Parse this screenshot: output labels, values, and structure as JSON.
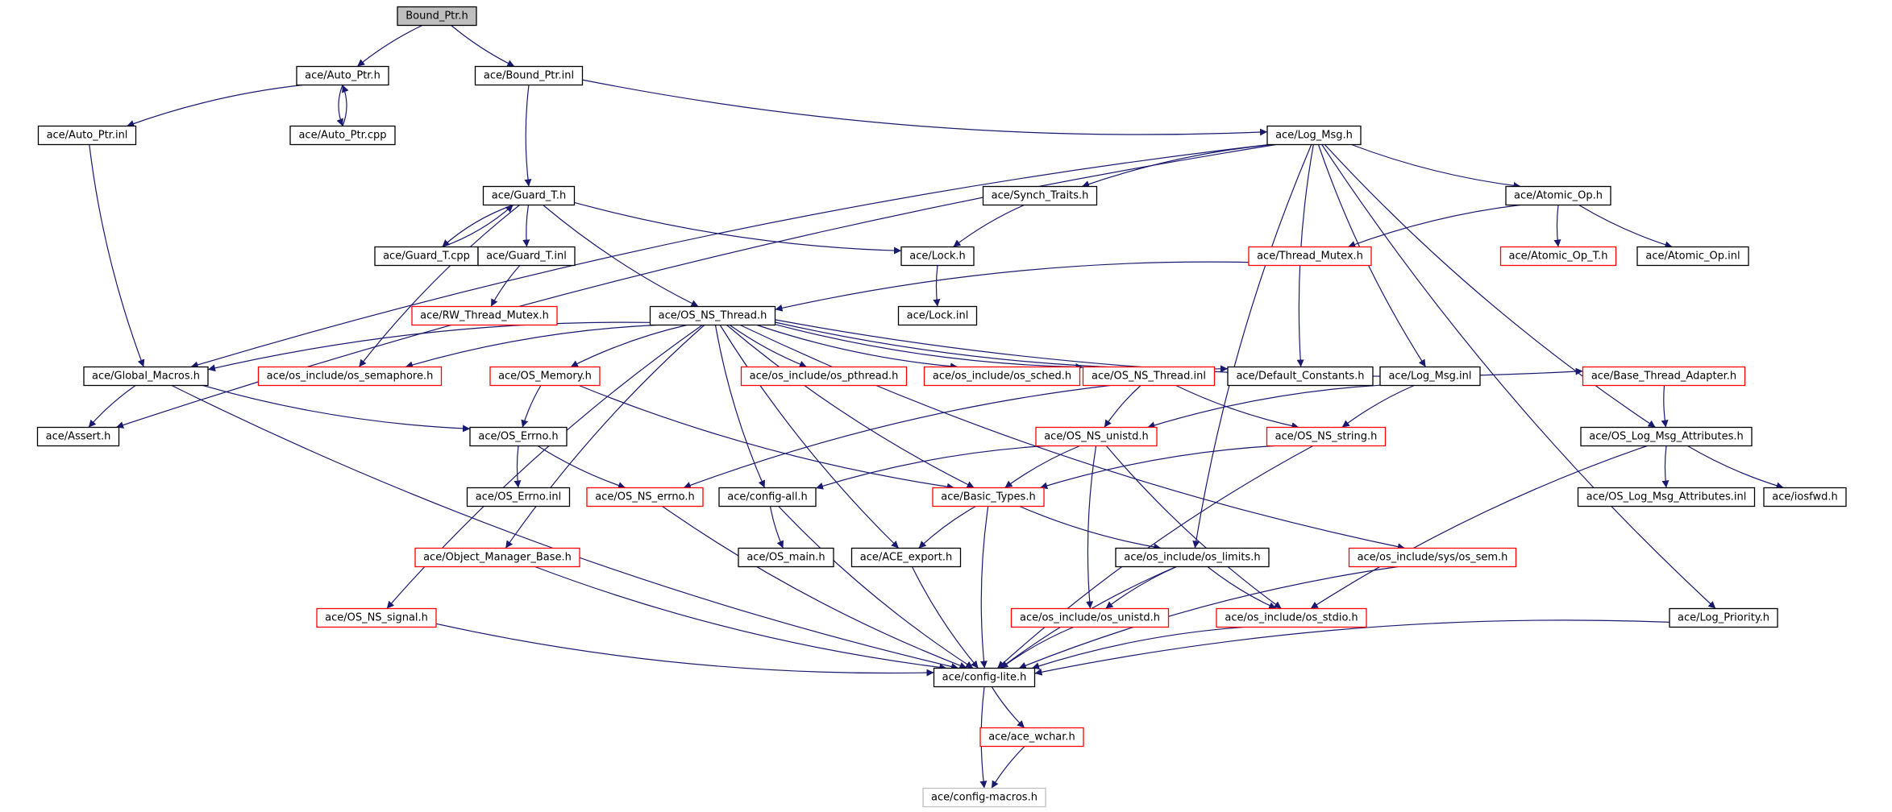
{
  "colors": {
    "edge": "#191970",
    "border_default": "#000000",
    "border_missing": "#ff0000",
    "border_external": "#bfbfbf",
    "root_fill": "#bfbfbf",
    "node_fill": "#ffffff"
  },
  "nodes": [
    {
      "id": "bound_ptr_h",
      "label": "Bound_Ptr.h",
      "style": "root"
    },
    {
      "id": "auto_ptr_h",
      "label": "ace/Auto_Ptr.h",
      "style": "default"
    },
    {
      "id": "bound_ptr_inl",
      "label": "ace/Bound_Ptr.inl",
      "style": "default"
    },
    {
      "id": "auto_ptr_inl",
      "label": "ace/Auto_Ptr.inl",
      "style": "default"
    },
    {
      "id": "auto_ptr_cpp",
      "label": "ace/Auto_Ptr.cpp",
      "style": "default"
    },
    {
      "id": "log_msg_h",
      "label": "ace/Log_Msg.h",
      "style": "default"
    },
    {
      "id": "guard_t_h",
      "label": "ace/Guard_T.h",
      "style": "default"
    },
    {
      "id": "synch_traits_h",
      "label": "ace/Synch_Traits.h",
      "style": "default"
    },
    {
      "id": "atomic_op_h",
      "label": "ace/Atomic_Op.h",
      "style": "default"
    },
    {
      "id": "guard_t_cpp",
      "label": "ace/Guard_T.cpp",
      "style": "default"
    },
    {
      "id": "guard_t_inl",
      "label": "ace/Guard_T.inl",
      "style": "default"
    },
    {
      "id": "lock_h",
      "label": "ace/Lock.h",
      "style": "default"
    },
    {
      "id": "thread_mutex_h",
      "label": "ace/Thread_Mutex.h",
      "style": "missing"
    },
    {
      "id": "atomic_op_t_h",
      "label": "ace/Atomic_Op_T.h",
      "style": "missing"
    },
    {
      "id": "atomic_op_inl",
      "label": "ace/Atomic_Op.inl",
      "style": "default"
    },
    {
      "id": "rw_thread_mutex_h",
      "label": "ace/RW_Thread_Mutex.h",
      "style": "missing"
    },
    {
      "id": "os_ns_thread_h",
      "label": "ace/OS_NS_Thread.h",
      "style": "default"
    },
    {
      "id": "lock_inl",
      "label": "ace/Lock.inl",
      "style": "default"
    },
    {
      "id": "global_macros_h",
      "label": "ace/Global_Macros.h",
      "style": "default"
    },
    {
      "id": "os_semaphore_h",
      "label": "ace/os_include/os_semaphore.h",
      "style": "missing"
    },
    {
      "id": "os_memory_h",
      "label": "ace/OS_Memory.h",
      "style": "missing"
    },
    {
      "id": "os_pthread_h",
      "label": "ace/os_include/os_pthread.h",
      "style": "missing"
    },
    {
      "id": "os_sched_h",
      "label": "ace/os_include/os_sched.h",
      "style": "missing"
    },
    {
      "id": "os_ns_thread_inl",
      "label": "ace/OS_NS_Thread.inl",
      "style": "missing"
    },
    {
      "id": "default_constants_h",
      "label": "ace/Default_Constants.h",
      "style": "default"
    },
    {
      "id": "log_msg_inl",
      "label": "ace/Log_Msg.inl",
      "style": "default"
    },
    {
      "id": "base_thread_adapter_h",
      "label": "ace/Base_Thread_Adapter.h",
      "style": "missing"
    },
    {
      "id": "assert_h",
      "label": "ace/Assert.h",
      "style": "default"
    },
    {
      "id": "os_errno_h",
      "label": "ace/OS_Errno.h",
      "style": "default"
    },
    {
      "id": "os_ns_unistd_h",
      "label": "ace/OS_NS_unistd.h",
      "style": "missing"
    },
    {
      "id": "os_ns_string_h",
      "label": "ace/OS_NS_string.h",
      "style": "missing"
    },
    {
      "id": "os_log_msg_attributes_h",
      "label": "ace/OS_Log_Msg_Attributes.h",
      "style": "default"
    },
    {
      "id": "os_errno_inl",
      "label": "ace/OS_Errno.inl",
      "style": "default"
    },
    {
      "id": "os_ns_errno_h",
      "label": "ace/OS_NS_errno.h",
      "style": "missing"
    },
    {
      "id": "config_all_h",
      "label": "ace/config-all.h",
      "style": "default"
    },
    {
      "id": "basic_types_h",
      "label": "ace/Basic_Types.h",
      "style": "missing"
    },
    {
      "id": "os_log_msg_attributes_inl",
      "label": "ace/OS_Log_Msg_Attributes.inl",
      "style": "default"
    },
    {
      "id": "iosfwd_h",
      "label": "ace/iosfwd.h",
      "style": "default"
    },
    {
      "id": "object_manager_base_h",
      "label": "ace/Object_Manager_Base.h",
      "style": "missing"
    },
    {
      "id": "os_main_h",
      "label": "ace/OS_main.h",
      "style": "default"
    },
    {
      "id": "ace_export_h",
      "label": "ace/ACE_export.h",
      "style": "default"
    },
    {
      "id": "os_limits_h",
      "label": "ace/os_include/os_limits.h",
      "style": "default"
    },
    {
      "id": "os_sem_h",
      "label": "ace/os_include/sys/os_sem.h",
      "style": "missing"
    },
    {
      "id": "os_ns_signal_h",
      "label": "ace/OS_NS_signal.h",
      "style": "missing"
    },
    {
      "id": "os_unistd_h",
      "label": "ace/os_include/os_unistd.h",
      "style": "missing"
    },
    {
      "id": "os_stdio_h",
      "label": "ace/os_include/os_stdio.h",
      "style": "missing"
    },
    {
      "id": "log_priority_h",
      "label": "ace/Log_Priority.h",
      "style": "default"
    },
    {
      "id": "config_lite_h",
      "label": "ace/config-lite.h",
      "style": "default"
    },
    {
      "id": "ace_wchar_h",
      "label": "ace/ace_wchar.h",
      "style": "missing"
    },
    {
      "id": "config_macros_h",
      "label": "ace/config-macros.h",
      "style": "external"
    }
  ],
  "edges": [
    [
      "bound_ptr_h",
      "auto_ptr_h"
    ],
    [
      "bound_ptr_h",
      "bound_ptr_inl"
    ],
    [
      "auto_ptr_h",
      "auto_ptr_inl"
    ],
    [
      "auto_ptr_h",
      "auto_ptr_cpp"
    ],
    [
      "auto_ptr_cpp",
      "auto_ptr_h"
    ],
    [
      "auto_ptr_inl",
      "global_macros_h"
    ],
    [
      "bound_ptr_inl",
      "guard_t_h"
    ],
    [
      "bound_ptr_inl",
      "log_msg_h"
    ],
    [
      "log_msg_h",
      "assert_h"
    ],
    [
      "log_msg_h",
      "global_macros_h"
    ],
    [
      "log_msg_h",
      "synch_traits_h"
    ],
    [
      "log_msg_h",
      "atomic_op_h"
    ],
    [
      "log_msg_h",
      "default_constants_h"
    ],
    [
      "log_msg_h",
      "log_msg_inl"
    ],
    [
      "log_msg_h",
      "os_limits_h"
    ],
    [
      "log_msg_h",
      "os_log_msg_attributes_h"
    ],
    [
      "log_msg_h",
      "log_priority_h"
    ],
    [
      "guard_t_h",
      "guard_t_cpp"
    ],
    [
      "guard_t_cpp",
      "guard_t_h"
    ],
    [
      "guard_t_h",
      "guard_t_inl"
    ],
    [
      "guard_t_h",
      "lock_h"
    ],
    [
      "guard_t_h",
      "os_ns_thread_h"
    ],
    [
      "guard_t_h",
      "os_semaphore_h"
    ],
    [
      "guard_t_inl",
      "rw_thread_mutex_h"
    ],
    [
      "synch_traits_h",
      "lock_h"
    ],
    [
      "lock_h",
      "lock_inl"
    ],
    [
      "atomic_op_h",
      "thread_mutex_h"
    ],
    [
      "atomic_op_h",
      "atomic_op_t_h"
    ],
    [
      "atomic_op_h",
      "atomic_op_inl"
    ],
    [
      "thread_mutex_h",
      "os_ns_thread_h"
    ],
    [
      "os_ns_thread_h",
      "global_macros_h"
    ],
    [
      "os_ns_thread_h",
      "os_semaphore_h"
    ],
    [
      "os_ns_thread_h",
      "os_memory_h"
    ],
    [
      "os_ns_thread_h",
      "os_pthread_h"
    ],
    [
      "os_ns_thread_h",
      "os_sched_h"
    ],
    [
      "os_ns_thread_h",
      "os_ns_thread_inl"
    ],
    [
      "os_ns_thread_h",
      "default_constants_h"
    ],
    [
      "os_ns_thread_h",
      "base_thread_adapter_h"
    ],
    [
      "os_ns_thread_h",
      "object_manager_base_h"
    ],
    [
      "os_ns_thread_h",
      "os_ns_signal_h"
    ],
    [
      "os_ns_thread_h",
      "config_all_h"
    ],
    [
      "os_ns_thread_h",
      "basic_types_h"
    ],
    [
      "os_ns_thread_h",
      "ace_export_h"
    ],
    [
      "os_ns_thread_h",
      "os_sem_h"
    ],
    [
      "global_macros_h",
      "assert_h"
    ],
    [
      "global_macros_h",
      "os_errno_h"
    ],
    [
      "global_macros_h",
      "config_lite_h"
    ],
    [
      "os_memory_h",
      "os_errno_h"
    ],
    [
      "os_memory_h",
      "basic_types_h"
    ],
    [
      "os_ns_thread_inl",
      "os_ns_unistd_h"
    ],
    [
      "os_ns_thread_inl",
      "os_ns_string_h"
    ],
    [
      "os_ns_thread_inl",
      "os_ns_errno_h"
    ],
    [
      "log_msg_inl",
      "os_ns_unistd_h"
    ],
    [
      "log_msg_inl",
      "os_ns_string_h"
    ],
    [
      "base_thread_adapter_h",
      "os_log_msg_attributes_h"
    ],
    [
      "os_errno_h",
      "os_errno_inl"
    ],
    [
      "os_errno_h",
      "os_ns_errno_h"
    ],
    [
      "os_ns_unistd_h",
      "config_all_h"
    ],
    [
      "os_ns_unistd_h",
      "basic_types_h"
    ],
    [
      "os_ns_unistd_h",
      "os_unistd_h"
    ],
    [
      "os_ns_unistd_h",
      "os_stdio_h"
    ],
    [
      "os_ns_string_h",
      "basic_types_h"
    ],
    [
      "os_ns_string_h",
      "config_lite_h"
    ],
    [
      "os_log_msg_attributes_h",
      "os_log_msg_attributes_inl"
    ],
    [
      "os_log_msg_attributes_h",
      "iosfwd_h"
    ],
    [
      "os_log_msg_attributes_h",
      "os_stdio_h"
    ],
    [
      "os_ns_errno_h",
      "config_lite_h"
    ],
    [
      "config_all_h",
      "os_main_h"
    ],
    [
      "config_all_h",
      "config_lite_h"
    ],
    [
      "basic_types_h",
      "ace_export_h"
    ],
    [
      "basic_types_h",
      "os_limits_h"
    ],
    [
      "basic_types_h",
      "config_lite_h"
    ],
    [
      "object_manager_base_h",
      "config_lite_h"
    ],
    [
      "ace_export_h",
      "config_lite_h"
    ],
    [
      "os_limits_h",
      "os_unistd_h"
    ],
    [
      "os_limits_h",
      "os_stdio_h"
    ],
    [
      "os_limits_h",
      "config_lite_h"
    ],
    [
      "os_sem_h",
      "config_lite_h"
    ],
    [
      "os_ns_signal_h",
      "config_lite_h"
    ],
    [
      "os_unistd_h",
      "config_lite_h"
    ],
    [
      "os_stdio_h",
      "config_lite_h"
    ],
    [
      "log_priority_h",
      "config_lite_h"
    ],
    [
      "config_lite_h",
      "ace_wchar_h"
    ],
    [
      "config_lite_h",
      "config_macros_h"
    ],
    [
      "ace_wchar_h",
      "config_macros_h"
    ]
  ]
}
